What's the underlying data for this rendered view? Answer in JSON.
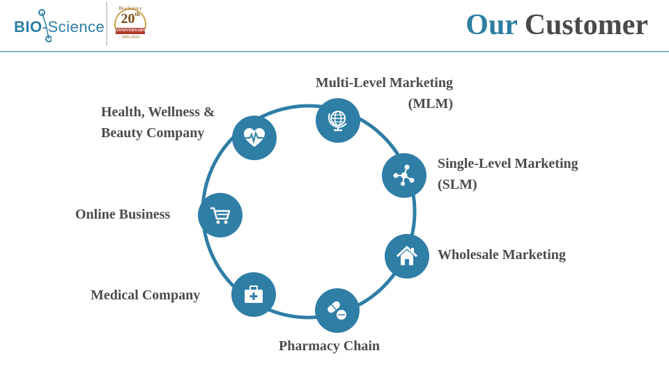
{
  "brand": {
    "logo_bio": "BIO",
    "logo_science": "-Science",
    "badge_top": "Bio-Science",
    "badge_number": "20",
    "badge_suffix": "th",
    "badge_ribbon": "ANNIVERSARY",
    "badge_years": "1999-2019"
  },
  "title": {
    "part1": "Our",
    "part2": "Customer"
  },
  "customers": [
    {
      "label_line1": "Multi-Level Marketing",
      "label_line2": "(MLM)",
      "icon": "globe-icon"
    },
    {
      "label_line1": "Single-Level Marketing",
      "label_line2": "(SLM)",
      "icon": "network-icon"
    },
    {
      "label_line1": "Wholesale Marketing",
      "icon": "house-icon"
    },
    {
      "label_line1": "Pharmacy Chain",
      "icon": "pills-icon"
    },
    {
      "label_line1": "Medical Company",
      "icon": "medical-kit-icon"
    },
    {
      "label_line1": "Online Business",
      "icon": "shopping-cart-icon"
    },
    {
      "label_line1": "Health, Wellness &",
      "label_line2": "Beauty Company",
      "icon": "heart-pulse-icon"
    }
  ],
  "colors": {
    "accent": "#2f7ea6",
    "text": "#4b4b4b",
    "title_dark": "#4a4a4a",
    "rule": "#7fb0c7"
  }
}
